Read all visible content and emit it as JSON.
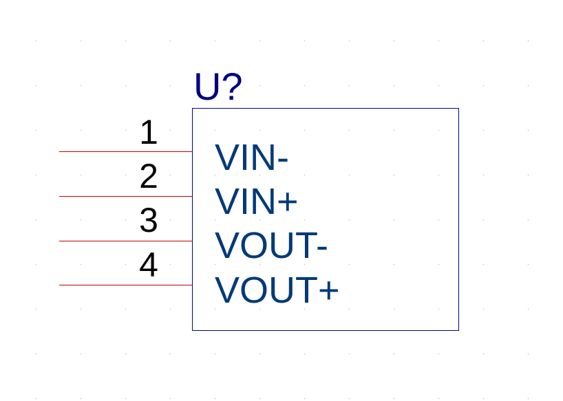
{
  "component": {
    "designator": "U?",
    "pins": [
      {
        "number": "1",
        "name": "VIN-"
      },
      {
        "number": "2",
        "name": "VIN+"
      },
      {
        "number": "3",
        "name": "VOUT-"
      },
      {
        "number": "4",
        "name": "VOUT+"
      }
    ]
  },
  "colors": {
    "designator": "#000080",
    "body_outline": "#0000a0",
    "pin_wire": "#c00000",
    "pin_number": "#000000",
    "pin_name": "#003a78",
    "grid_dot": "#c8c8c8"
  }
}
